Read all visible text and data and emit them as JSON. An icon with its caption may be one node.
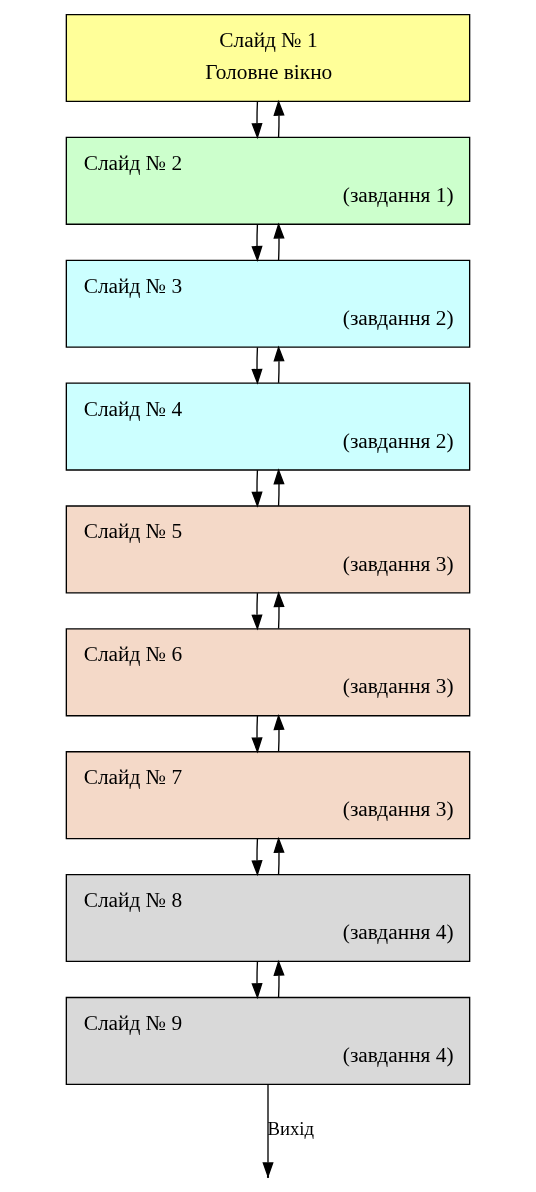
{
  "diagram": {
    "nodes": [
      {
        "text": [
          "Слайд № 1",
          "Головне вікно"
        ]
      },
      {
        "text": [
          "Слайд № 2",
          "(завдання 1)"
        ]
      },
      {
        "text": [
          "Слайд № 3",
          "(завдання 2)"
        ]
      },
      {
        "text": [
          "Слайд № 4",
          "(завдання 2)"
        ]
      },
      {
        "text": [
          "Слайд № 5",
          "(завдання 3)"
        ]
      },
      {
        "text": [
          "Слайд № 6",
          "(завдання 3)"
        ]
      },
      {
        "text": [
          "Слайд № 7",
          "(завдання 3)"
        ]
      },
      {
        "text": [
          "Слайд № 8",
          "(завдання 4)"
        ]
      },
      {
        "text": [
          "Слайд № 9",
          "(завдання 4)"
        ]
      }
    ],
    "edges": [
      {
        "from": 0,
        "to": 1,
        "arrow": "to"
      },
      {
        "from": 1,
        "to": 0,
        "arrow": "to"
      },
      {
        "from": 1,
        "to": 2,
        "arrow": "to"
      },
      {
        "from": 2,
        "to": 1,
        "arrow": "to"
      },
      {
        "from": 2,
        "to": 3,
        "arrow": "to"
      },
      {
        "from": 3,
        "to": 2,
        "arrow": "to"
      },
      {
        "from": 3,
        "to": 4,
        "arrow": "to"
      },
      {
        "from": 4,
        "to": 3,
        "arrow": "to"
      },
      {
        "from": 4,
        "to": 5,
        "arrow": "to"
      },
      {
        "from": 5,
        "to": 4,
        "arrow": "to"
      },
      {
        "from": 5,
        "to": 6,
        "arrow": "to"
      },
      {
        "from": 6,
        "to": 5,
        "arrow": "to"
      },
      {
        "from": 6,
        "to": 7,
        "arrow": "to"
      },
      {
        "from": 7,
        "to": 6,
        "arrow": "to"
      },
      {
        "from": 7,
        "to": 8,
        "arrow": "to"
      },
      {
        "from": 8,
        "to": 7,
        "arrow": "to"
      },
      {
        "from": 8,
        "to": null,
        "arrow": "to",
        "label": "Вихід"
      }
    ]
  }
}
